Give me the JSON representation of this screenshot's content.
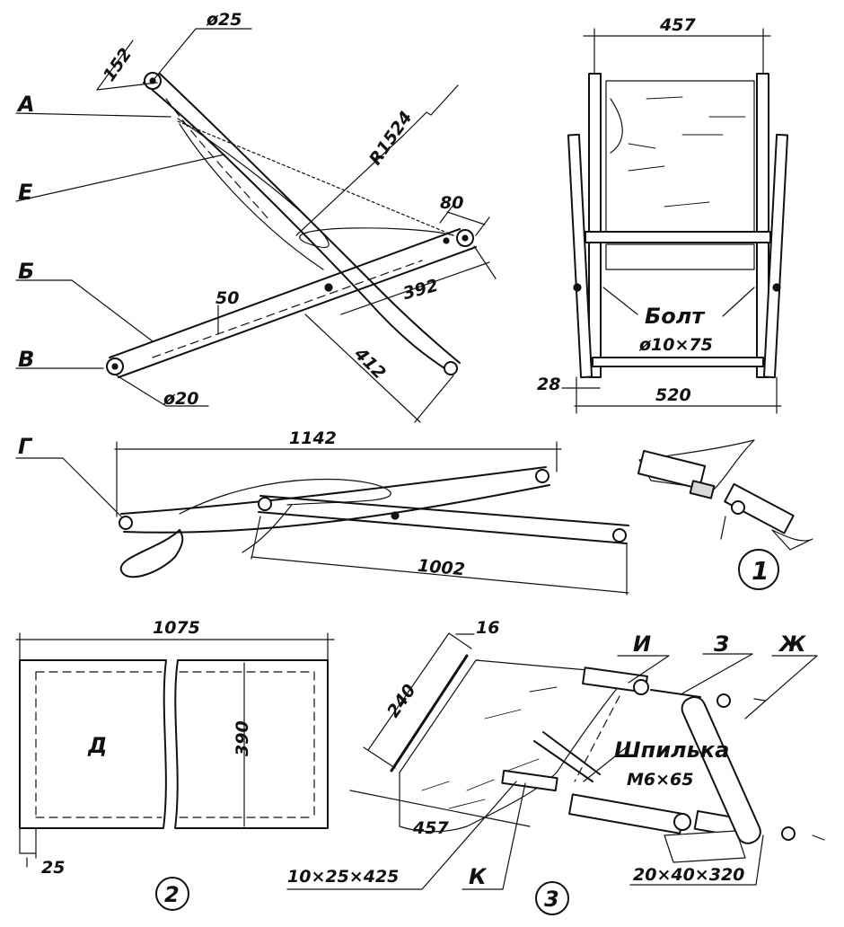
{
  "labels": {
    "A": "А",
    "E": "Е",
    "B": "Б",
    "V": "В",
    "G": "Г",
    "D": "Д",
    "I": "И",
    "Z": "З",
    "Zh": "Ж",
    "K": "К"
  },
  "dimensions": {
    "d25": "ø25",
    "d152": "152",
    "r1524": "R1524",
    "d80": "80",
    "d50": "50",
    "d392": "392",
    "d412": "412",
    "d20": "ø20",
    "d457_top": "457",
    "d28": "28",
    "d520": "520",
    "d1142": "1142",
    "d1002": "1002",
    "d1075": "1075",
    "d390": "390",
    "d25_bottom": "25",
    "d16": "16",
    "d240": "240",
    "d457_bottom": "457",
    "d10x25": "10×25×425",
    "d20x40": "20×40×320"
  },
  "callouts": {
    "bolt_title": "Болт",
    "bolt_size": "ø10×75",
    "stud_title": "Шпилька",
    "stud_size": "М6×65"
  },
  "figures": {
    "f1": "1",
    "f2": "2",
    "f3": "3"
  }
}
